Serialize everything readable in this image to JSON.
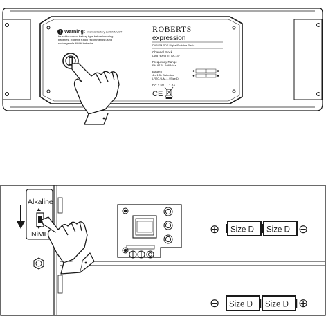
{
  "top_diagram": {
    "brand": "ROBERTS",
    "model": "expression",
    "product_line": "DAB/FM RDS Digital/Portable Radio",
    "warning_title": "Warning:",
    "warning_lines": [
      "Internal battery switch MUST",
      "be set to correct battery type before inserting",
      "batteries. Roberts Radio recommends using",
      "rechargeable NiMH batteries."
    ],
    "channel_block_title": "Channel Block",
    "channel_block_value": "DAB (Band III) 5A-13F",
    "frequency_title": "Frequency Range",
    "frequency_value": "FM 87.5 - 108 MHz",
    "battery_title": "Battery",
    "battery_value_1": "4 x 1.5v Batteries",
    "battery_value_2": "LR20 / UM-1 / Size D",
    "dc_label": "DC 7.5V",
    "dc_current": "1.0A",
    "ce_mark": "CE"
  },
  "bottom_diagram": {
    "switch_label_top": "Alkaline",
    "switch_label_bottom": "NiMH",
    "batteries_top": [
      "Size D",
      "Size D"
    ],
    "batteries_bottom": [
      "Size D",
      "Size D"
    ],
    "plus_symbol": "⊕",
    "minus_symbol": "⊖"
  },
  "colors": {
    "line": "#1a1a1a",
    "background": "#ffffff"
  },
  "icons": [
    "hand-pointer-icon",
    "down-arrow-icon",
    "plus-terminal-icon",
    "minus-terminal-icon",
    "weee-bin-icon",
    "screw-icon"
  ]
}
